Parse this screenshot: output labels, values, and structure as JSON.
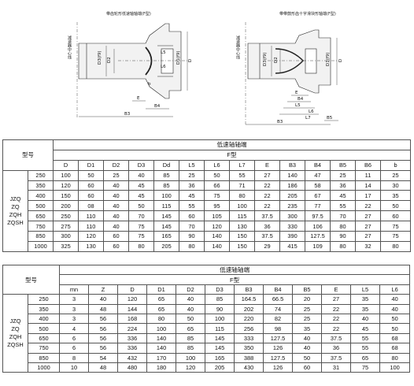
{
  "drawing_left": {
    "title": "带齿轮形低速轴轴端(F型)",
    "side_label": "减速器中心线",
    "labels": {
      "D3": "D3(f9)",
      "D2": "D2",
      "D1": "D1(f9)",
      "D": "D",
      "L5": "L5",
      "L6": "L6",
      "b": "b",
      "E": "E",
      "B4": "B4",
      "B3": "B3"
    }
  },
  "drawing_right": {
    "title": "带带鼓形齿十字滑块形轴端(F型)",
    "side_label": "减速器中心线",
    "labels": {
      "D3": "D3(f9)",
      "D2": "D2",
      "D1": "D1(f9)",
      "D": "D",
      "E": "E",
      "B4": "B4",
      "L5": "L5",
      "L6": "L6",
      "L7": "L7",
      "B5": "B5",
      "B3": "B3"
    }
  },
  "table1": {
    "model_header": "型号",
    "group_header": "低速轴轴端",
    "sub_header": "F型",
    "columns": [
      "D",
      "D1",
      "D2",
      "D3",
      "Dd",
      "L5",
      "L6",
      "L7",
      "E",
      "B3",
      "B4",
      "B5",
      "B6",
      "b"
    ],
    "model_names": [
      "JZQ",
      "ZQ",
      "ZQH",
      "ZQSH"
    ],
    "rows": [
      {
        "size": "250",
        "values": [
          "100",
          "50",
          "25",
          "40",
          "85",
          "25",
          "50",
          "55",
          "27",
          "140",
          "47",
          "25",
          "11",
          "25"
        ]
      },
      {
        "size": "350",
        "values": [
          "120",
          "60",
          "40",
          "45",
          "85",
          "36",
          "66",
          "71",
          "22",
          "186",
          "58",
          "36",
          "14",
          "30"
        ]
      },
      {
        "size": "400",
        "values": [
          "150",
          "60",
          "40",
          "45",
          "100",
          "45",
          "75",
          "80",
          "22",
          "205",
          "67",
          "45",
          "17",
          "35"
        ]
      },
      {
        "size": "500",
        "values": [
          "200",
          "08",
          "40",
          "50",
          "115",
          "55",
          "95",
          "100",
          "22",
          "235",
          "77",
          "55",
          "22",
          "50"
        ]
      },
      {
        "size": "650",
        "values": [
          "250",
          "110",
          "40",
          "70",
          "145",
          "60",
          "105",
          "115",
          "37.5",
          "300",
          "97.5",
          "70",
          "27",
          "60"
        ]
      },
      {
        "size": "750",
        "values": [
          "275",
          "110",
          "40",
          "75",
          "145",
          "70",
          "120",
          "130",
          "36",
          "330",
          "106",
          "80",
          "27",
          "75"
        ]
      },
      {
        "size": "850",
        "values": [
          "300",
          "120",
          "60",
          "75",
          "165",
          "90",
          "140",
          "150",
          "37.5",
          "390",
          "127.5",
          "90",
          "27",
          "75"
        ]
      },
      {
        "size": "1000",
        "values": [
          "325",
          "130",
          "60",
          "80",
          "205",
          "80",
          "140",
          "150",
          "29",
          "415",
          "109",
          "80",
          "32",
          "80"
        ]
      }
    ]
  },
  "table2": {
    "model_header": "型号",
    "group_header": "低速轴轴端",
    "sub_header": "F型",
    "columns": [
      "mn",
      "Z",
      "D",
      "D1",
      "D2",
      "D3",
      "B3",
      "B4",
      "B5",
      "E",
      "L5",
      "L6"
    ],
    "model_names": [
      "JZQ",
      "ZQ",
      "ZQH",
      "ZQSH"
    ],
    "rows": [
      {
        "size": "250",
        "values": [
          "3",
          "40",
          "120",
          "65",
          "40",
          "85",
          "164.5",
          "66.5",
          "20",
          "27",
          "35",
          "40"
        ]
      },
      {
        "size": "350",
        "values": [
          "3",
          "48",
          "144",
          "65",
          "40",
          "90",
          "202",
          "74",
          "25",
          "22",
          "35",
          "40"
        ]
      },
      {
        "size": "400",
        "values": [
          "3",
          "56",
          "168",
          "80",
          "50",
          "100",
          "220",
          "82",
          "25",
          "22",
          "40",
          "50"
        ]
      },
      {
        "size": "500",
        "values": [
          "4",
          "56",
          "224",
          "100",
          "65",
          "115",
          "256",
          "98",
          "35",
          "22",
          "45",
          "50"
        ]
      },
      {
        "size": "650",
        "values": [
          "6",
          "56",
          "336",
          "140",
          "85",
          "145",
          "333",
          "127.5",
          "40",
          "37.5",
          "55",
          "68"
        ]
      },
      {
        "size": "750",
        "values": [
          "6",
          "56",
          "336",
          "140",
          "85",
          "145",
          "350",
          "126",
          "40",
          "36",
          "55",
          "68"
        ]
      },
      {
        "size": "850",
        "values": [
          "8",
          "54",
          "432",
          "170",
          "100",
          "165",
          "388",
          "127.5",
          "50",
          "37.5",
          "65",
          "80"
        ]
      },
      {
        "size": "1000",
        "values": [
          "10",
          "48",
          "480",
          "180",
          "120",
          "205",
          "430",
          "126",
          "60",
          "31",
          "75",
          "100"
        ]
      }
    ]
  }
}
